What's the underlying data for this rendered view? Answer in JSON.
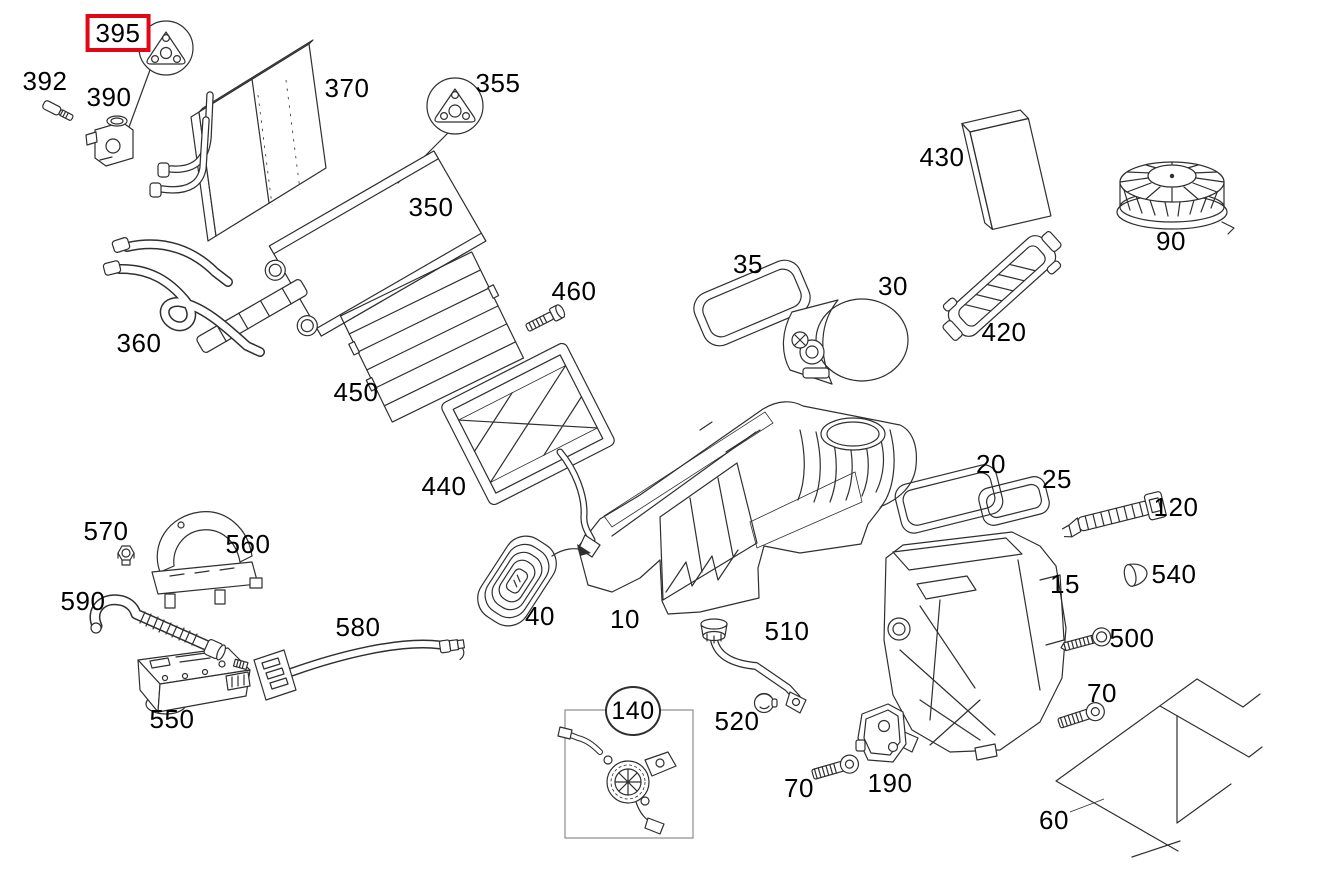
{
  "diagram": {
    "background": "#ffffff",
    "line_color": "#2f2f2f",
    "label_color": "#000000",
    "highlight_color": "#e30613",
    "highlighted_part": "395"
  },
  "labels": [
    {
      "text": "395",
      "style": "boxed-red"
    },
    {
      "text": "392",
      "style": "plain"
    },
    {
      "text": "390",
      "style": "plain"
    },
    {
      "text": "370",
      "style": "plain"
    },
    {
      "text": "355",
      "style": "plain"
    },
    {
      "text": "350",
      "style": "plain"
    },
    {
      "text": "360",
      "style": "plain"
    },
    {
      "text": "450",
      "style": "plain"
    },
    {
      "text": "460",
      "style": "plain"
    },
    {
      "text": "440",
      "style": "plain"
    },
    {
      "text": "35",
      "style": "plain"
    },
    {
      "text": "30",
      "style": "plain"
    },
    {
      "text": "430",
      "style": "plain"
    },
    {
      "text": "420",
      "style": "plain"
    },
    {
      "text": "90",
      "style": "plain"
    },
    {
      "text": "20",
      "style": "plain"
    },
    {
      "text": "25",
      "style": "plain"
    },
    {
      "text": "120",
      "style": "plain"
    },
    {
      "text": "540",
      "style": "plain"
    },
    {
      "text": "15",
      "style": "plain"
    },
    {
      "text": "500",
      "style": "plain"
    },
    {
      "text": "510",
      "style": "plain"
    },
    {
      "text": "40",
      "style": "plain"
    },
    {
      "text": "10",
      "style": "plain"
    },
    {
      "text": "520",
      "style": "plain"
    },
    {
      "text": "140",
      "style": "circled"
    },
    {
      "text": "70",
      "style": "plain"
    },
    {
      "text": "190",
      "style": "plain"
    },
    {
      "text": "70",
      "style": "plain"
    },
    {
      "text": "550",
      "style": "plain"
    },
    {
      "text": "560",
      "style": "plain"
    },
    {
      "text": "570",
      "style": "plain"
    },
    {
      "text": "580",
      "style": "plain"
    },
    {
      "text": "590",
      "style": "plain"
    },
    {
      "text": "60",
      "style": "plain"
    }
  ]
}
